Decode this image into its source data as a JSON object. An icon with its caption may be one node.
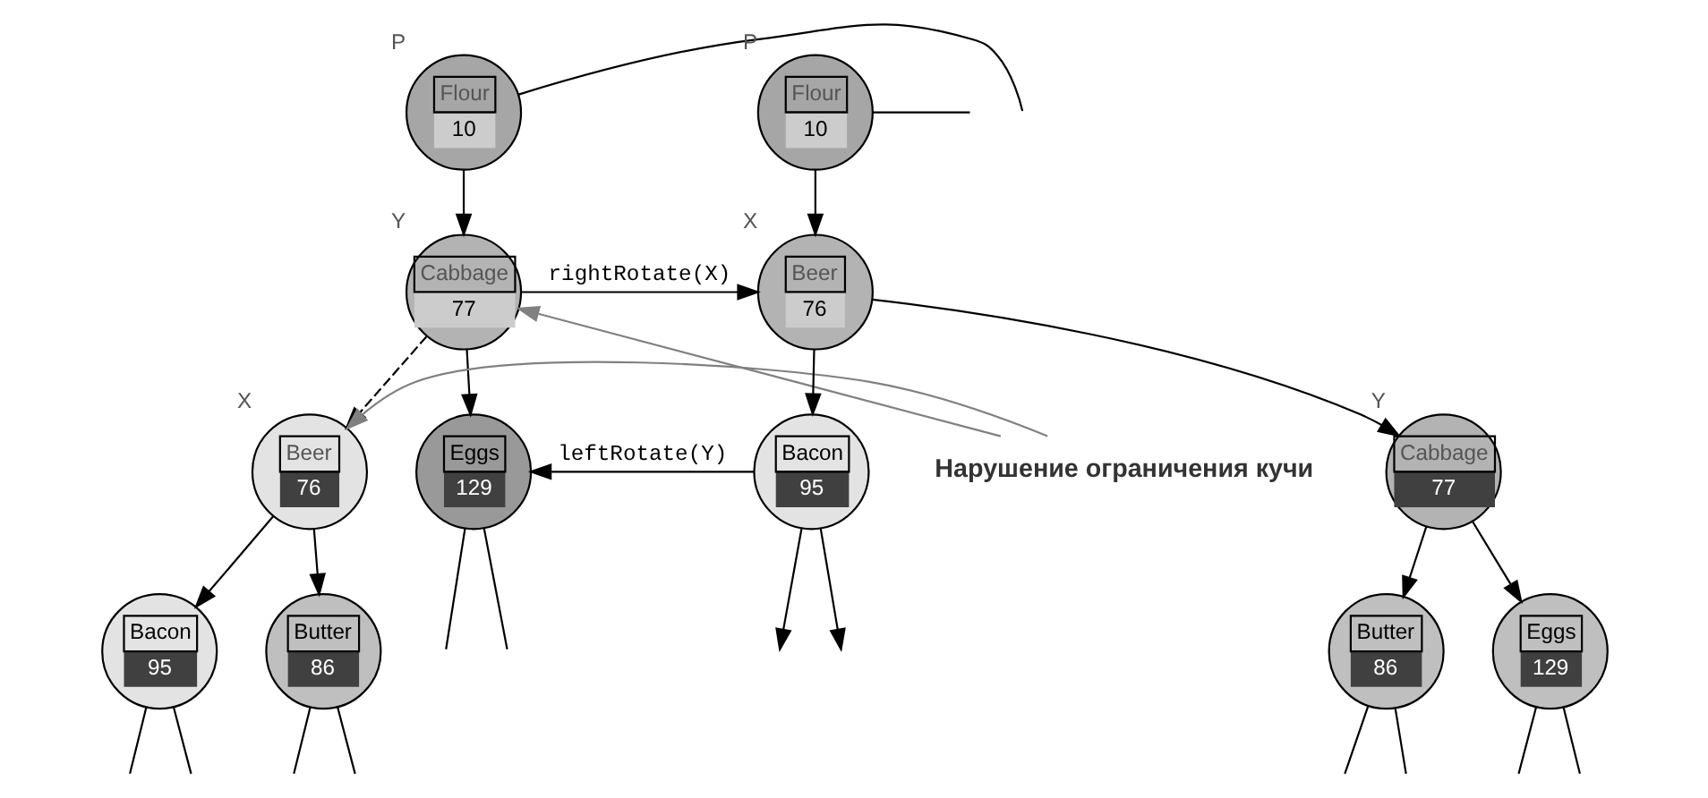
{
  "diagram": {
    "nodes": [
      {
        "text": [
          "Flour",
          "10"
        ],
        "beside": [
          "P"
        ]
      },
      {
        "text": [
          "Cabbage",
          "77"
        ],
        "beside": [
          "Y"
        ]
      },
      {
        "text": [
          "Beer",
          "76"
        ],
        "beside": [
          "X"
        ]
      },
      {
        "text": [
          "Eggs",
          "129"
        ]
      },
      {
        "text": [
          "Bacon",
          "95"
        ]
      },
      {
        "text": [
          "Butter",
          "86"
        ]
      },
      {
        "text": [
          "Нарушение ограничения кучи"
        ]
      },
      {
        "text": [
          "Flour",
          "10"
        ],
        "beside": [
          "P"
        ]
      },
      {
        "text": [
          "Beer",
          "76"
        ],
        "beside": [
          "X"
        ]
      },
      {
        "text": [
          "Bacon",
          "95"
        ]
      },
      {
        "text": [
          "Cabbage",
          "77"
        ],
        "beside": [
          "Y"
        ]
      },
      {
        "text": [
          "Butter",
          "86"
        ]
      },
      {
        "text": [
          "Eggs",
          "129"
        ]
      }
    ],
    "edges": [
      {
        "from": 0,
        "to": 1,
        "arrow": "to"
      },
      {
        "from": 0,
        "to": null,
        "arrow": "none"
      },
      {
        "from": 1,
        "to": 2,
        "arrow": "to",
        "style": "dashed"
      },
      {
        "from": 1,
        "to": 3,
        "arrow": "to"
      },
      {
        "from": 2,
        "to": 4,
        "arrow": "to"
      },
      {
        "from": 2,
        "to": 5,
        "arrow": "to"
      },
      {
        "from": 3,
        "to": null,
        "arrow": "none"
      },
      {
        "from": 3,
        "to": null,
        "arrow": "none"
      },
      {
        "from": 4,
        "to": null,
        "arrow": "none"
      },
      {
        "from": 4,
        "to": null,
        "arrow": "none"
      },
      {
        "from": 5,
        "to": null,
        "arrow": "none"
      },
      {
        "from": 5,
        "to": null,
        "arrow": "none"
      },
      {
        "from": 6,
        "to": 1,
        "arrow": "to",
        "color": "#808080"
      },
      {
        "from": 6,
        "to": 2,
        "arrow": "to",
        "color": "#808080"
      },
      {
        "from": 1,
        "to": 8,
        "arrow": "to",
        "label": "rightRotate(X)"
      },
      {
        "from": 9,
        "to": 3,
        "arrow": "to",
        "label": "leftRotate(Y)"
      },
      {
        "from": 7,
        "to": 8,
        "arrow": "to"
      },
      {
        "from": 7,
        "to": null,
        "arrow": "none"
      },
      {
        "from": 8,
        "to": 9,
        "arrow": "to"
      },
      {
        "from": 8,
        "to": 10,
        "arrow": "to"
      },
      {
        "from": 9,
        "to": null,
        "arrow": "to"
      },
      {
        "from": 9,
        "to": null,
        "arrow": "to"
      },
      {
        "from": 10,
        "to": 11,
        "arrow": "to"
      },
      {
        "from": 10,
        "to": 12,
        "arrow": "to"
      },
      {
        "from": 11,
        "to": null,
        "arrow": "none"
      },
      {
        "from": 11,
        "to": null,
        "arrow": "none"
      },
      {
        "from": 12,
        "to": null,
        "arrow": "none"
      },
      {
        "from": 12,
        "to": null,
        "arrow": "none"
      }
    ]
  }
}
